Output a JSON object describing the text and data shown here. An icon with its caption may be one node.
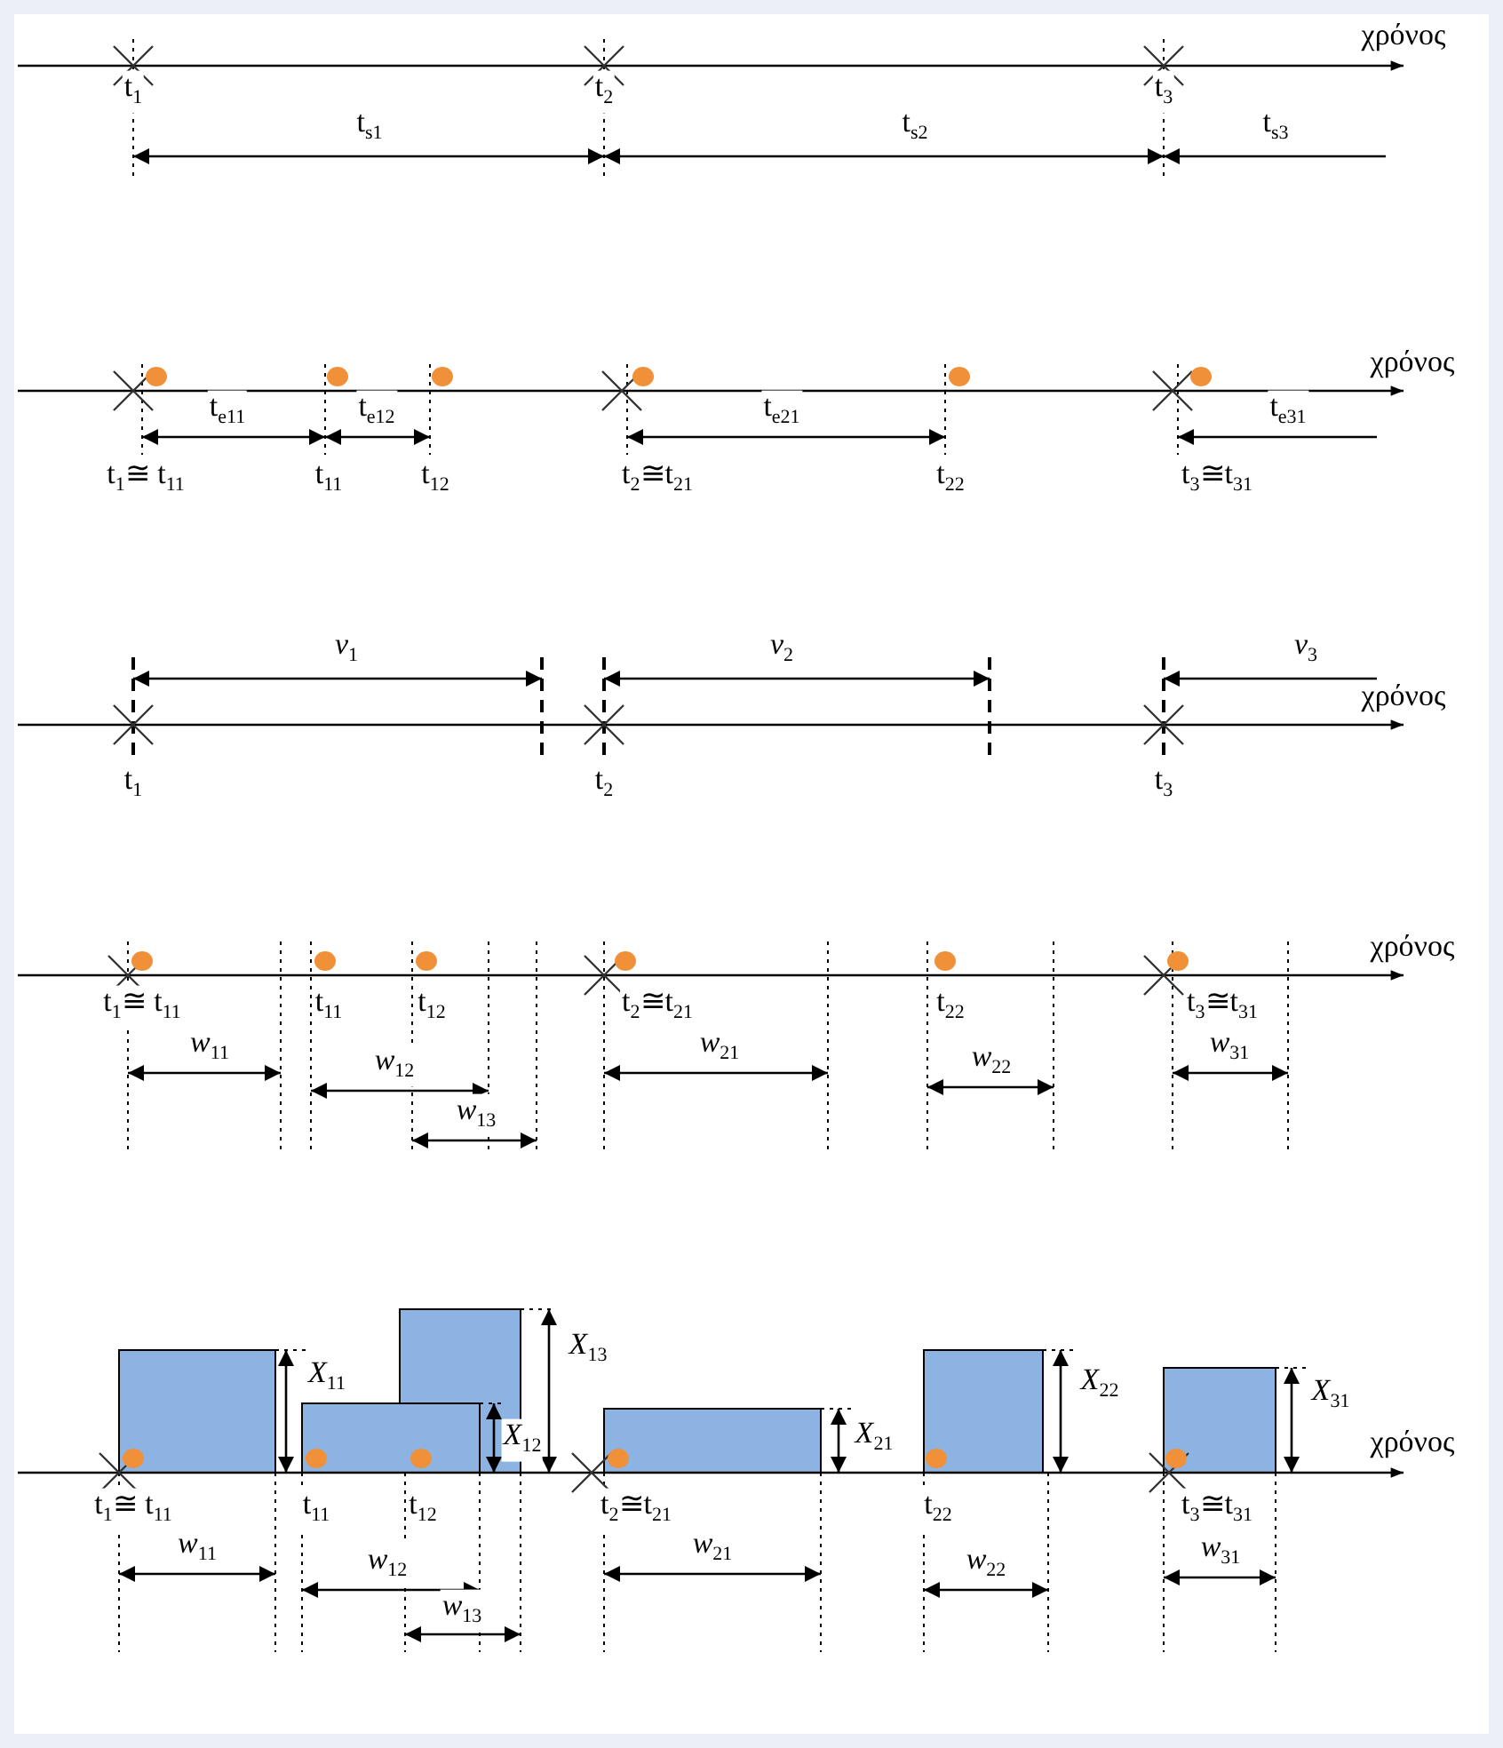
{
  "diagram": {
    "labels": [
      "χρόνος",
      "t$_{1}$",
      "t$_{2}$",
      "t$_{3}$",
      "t$_{s1}$",
      "t$_{s2}$",
      "t$_{s3}$",
      "χρόνος",
      "t$_{e11}$",
      "t$_{e12}$",
      "t$_{e21}$",
      "t$_{e31}$",
      "t$_{1}$≅ t$_{11}$",
      "t$_{11}$",
      "t$_{12}$",
      "t$_{2}$≅t$_{21}$",
      "t$_{22}$",
      "t$_{3}$≅t$_{31}$",
      "*v*$_{1}$",
      "*v*$_{2}$",
      "*v*$_{3}$",
      "χρόνος",
      "t$_{1}$",
      "t$_{2}$",
      "t$_{3}$",
      "χρόνος",
      "t$_{1}$≅ t$_{11}$",
      "t$_{11}$",
      "t$_{12}$",
      "t$_{2}$≅t$_{21}$",
      "t$_{22}$",
      "t$_{3}$≅t$_{31}$",
      "*w*$_{11}$",
      "*w*$_{12}$",
      "*w*$_{21}$",
      "*w*$_{22}$",
      "*w*$_{31}$",
      "*w*$_{13}$",
      "*X*$_{13}$",
      "*X*$_{11}$",
      "*X*$_{22}$",
      "*X*$_{31}$",
      "*X*$_{12}$",
      "*X*$_{21}$",
      "χρόνος",
      "t$_{1}$≅ t$_{11}$",
      "t$_{11}$",
      "t$_{12}$",
      "t$_{2}$≅t$_{21}$",
      "t$_{22}$",
      "t$_{3}$≅t$_{31}$",
      "*w*$_{11}$",
      "*w*$_{12}$",
      "*w*$_{21}$",
      "*w*$_{22}$",
      "*w*$_{31}$",
      "*w*$_{13}$"
    ]
  }
}
